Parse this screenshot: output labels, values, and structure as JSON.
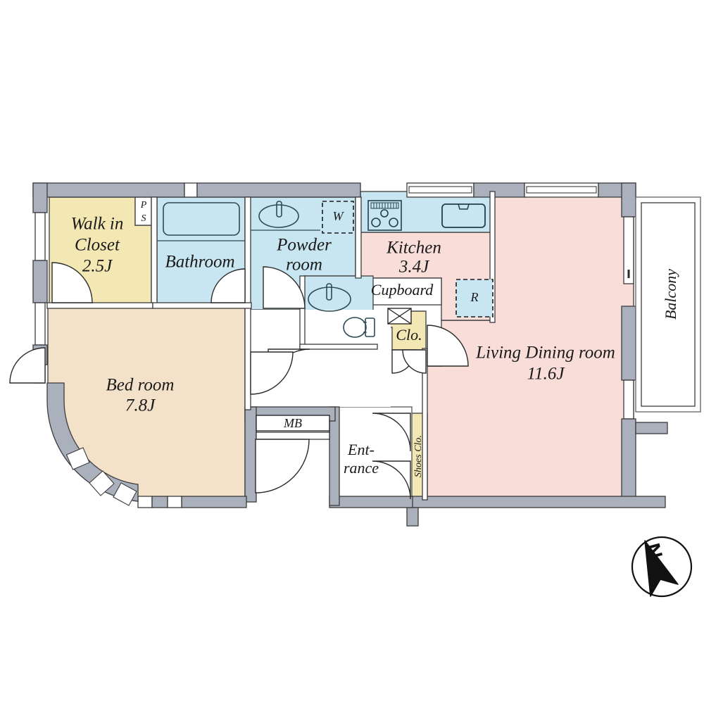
{
  "document": {
    "type": "residential-floor-plan",
    "orientation_marker": "N"
  },
  "colors": {
    "wall": "#aab0bc",
    "wall_stroke": "#3b3b3b",
    "water_room": "#c8e6f2",
    "kitchen_living": "#f8ddd8",
    "closet": "#f3e7b4",
    "bedroom": "#f3e2c9",
    "white": "#ffffff",
    "line": "#2b2b2b"
  },
  "rooms": [
    {
      "id": "walk-in-closet",
      "name": "Walk in Closet",
      "label_line1": "Walk in",
      "label_line2": "Closet",
      "area": "2.5J",
      "fill": "closet"
    },
    {
      "id": "bathroom",
      "name": "Bathroom",
      "label_line1": "Bathroom",
      "area": "",
      "fill": "water_room"
    },
    {
      "id": "powder-room",
      "name": "Powder room",
      "label_line1": "Powder",
      "label_line2": "room",
      "area": "",
      "fill": "water_room"
    },
    {
      "id": "kitchen",
      "name": "Kitchen",
      "label_line1": "Kitchen",
      "area": "3.4J",
      "fill": "kitchen_living"
    },
    {
      "id": "living-dining-room",
      "name": "Living Dining room",
      "label_line1": "Living Dining room",
      "area": "11.6J",
      "fill": "kitchen_living"
    },
    {
      "id": "bed-room",
      "name": "Bed room",
      "label_line1": "Bed room",
      "area": "7.8J",
      "fill": "bedroom"
    },
    {
      "id": "entrance",
      "name": "Entrance",
      "label_line1": "Ent-",
      "label_line2": "rance",
      "area": "",
      "fill": "white"
    },
    {
      "id": "balcony",
      "name": "Balcony",
      "label_line1": "Balcony",
      "area": "",
      "fill": "white"
    },
    {
      "id": "closet",
      "name": "Clo.",
      "label_line1": "Clo.",
      "area": "",
      "fill": "closet"
    },
    {
      "id": "shoes-closet",
      "name": "Shoes Clo.",
      "label_line1": "Shoes Clo.",
      "area": "",
      "fill": "closet"
    },
    {
      "id": "cupboard",
      "name": "Cupboard",
      "label_line1": "Cupboard",
      "area": "",
      "fill": "white"
    }
  ],
  "annotations": {
    "pipe_shaft_line1": "P",
    "pipe_shaft_line2": "S",
    "washer": "W",
    "refrigerator": "R",
    "meter_box": "MB",
    "compass": "N"
  },
  "fixtures": [
    {
      "id": "bathtub",
      "name": "bathtub",
      "room": "bathroom"
    },
    {
      "id": "vanity-sink-powder",
      "name": "vanity-sink",
      "room": "powder-room"
    },
    {
      "id": "washer-space",
      "name": "washing-machine-space",
      "room": "powder-room"
    },
    {
      "id": "toilet",
      "name": "toilet",
      "room": "powder-room"
    },
    {
      "id": "lavatory-sink",
      "name": "lavatory-sink",
      "room": "powder-room"
    },
    {
      "id": "gas-range",
      "name": "gas-range-stove",
      "room": "kitchen"
    },
    {
      "id": "kitchen-sink",
      "name": "kitchen-sink",
      "room": "kitchen"
    },
    {
      "id": "fridge-space",
      "name": "refrigerator-space",
      "room": "kitchen"
    },
    {
      "id": "cupboard-counter",
      "name": "cupboard",
      "room": "kitchen"
    },
    {
      "id": "meter-box",
      "name": "meter-box",
      "room": "entrance"
    }
  ]
}
